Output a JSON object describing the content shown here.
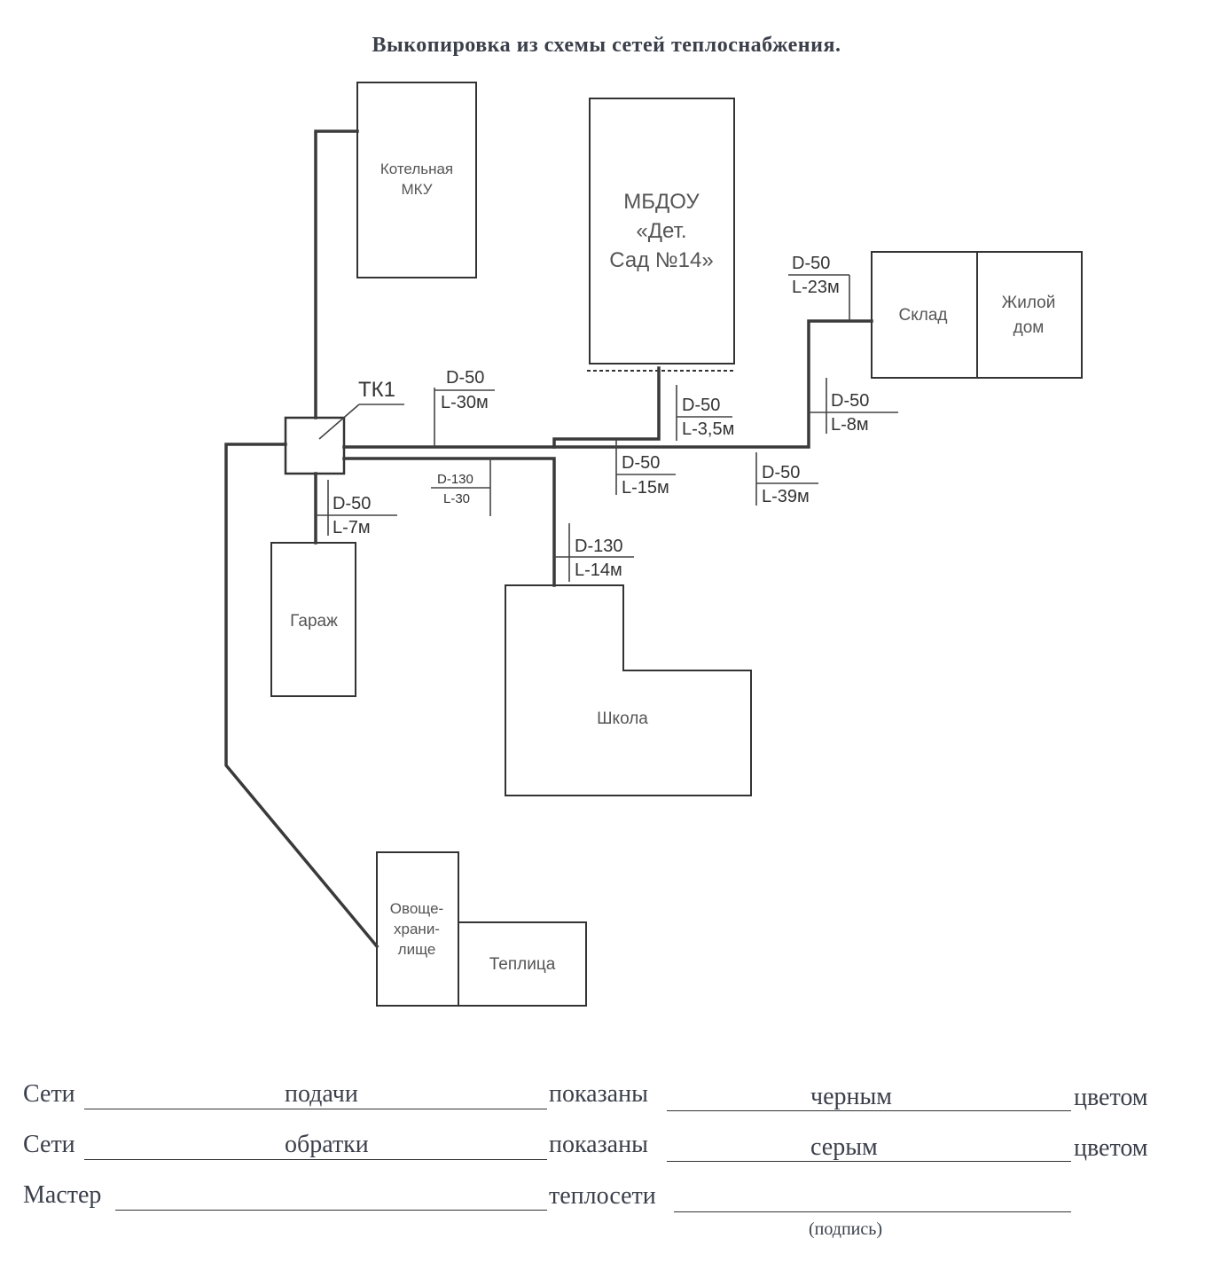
{
  "title": "Выкопировка из схемы сетей теплоснабжения.",
  "buildings": {
    "boiler_l1": "Котельная",
    "boiler_l2": "МКУ",
    "kindergarten_l1": "МБДОУ",
    "kindergarten_l2": "«Дет.",
    "kindergarten_l3": "Сад №14»",
    "warehouse": "Склад",
    "house_l1": "Жилой",
    "house_l2": "дом",
    "garage": "Гараж",
    "school": "Школа",
    "veg_l1": "Овоще-",
    "veg_l2": "храни-",
    "veg_l3": "лище",
    "greenhouse": "Теплица"
  },
  "node": "ТК1",
  "pipes": {
    "a_d": "D-50",
    "a_l": "L-30м",
    "b_d": "D-130",
    "b_l": "L-30",
    "c_d": "D-50",
    "c_l": "L-7м",
    "d_d": "D-130",
    "d_l": "L-14м",
    "e_d": "D-50",
    "e_l": "L-15м",
    "f_d": "D-50",
    "f_l": "L-3,5м",
    "g_d": "D-50",
    "g_l": "L-39м",
    "h_d": "D-50",
    "h_l": "L-8м",
    "i_d": "D-50",
    "i_l": "L-23м"
  },
  "legend": {
    "row1": [
      "Сети",
      "подачи",
      "показаны",
      "черным",
      "цветом"
    ],
    "row2": [
      "Сети",
      "обратки",
      "показаны",
      "серым",
      "цветом"
    ],
    "row3": [
      "Мастер",
      "теплосети"
    ],
    "signature": "(подпись)"
  }
}
